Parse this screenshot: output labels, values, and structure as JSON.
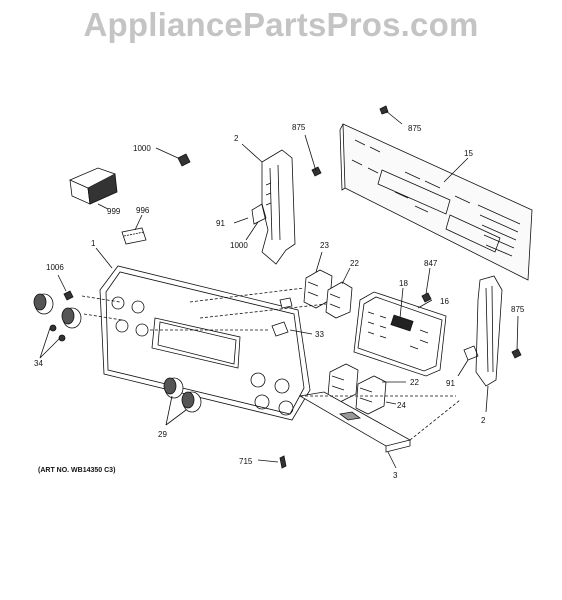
{
  "watermark": "AppliancePartsPros.com",
  "art_note": "(ART NO. WB14350 C3)",
  "callouts": {
    "c1000a": "1000",
    "c2a": "2",
    "c875a": "875",
    "c875b": "875",
    "c15": "15",
    "c999": "999",
    "c996": "996",
    "c91a": "91",
    "c1000b": "1000",
    "c1": "1",
    "c23": "23",
    "c22a": "22",
    "c847": "847",
    "c1006": "1006",
    "c18": "18",
    "c16": "16",
    "c875c": "875",
    "c33": "33",
    "c34": "34",
    "c91b": "91",
    "c22b": "22",
    "c24": "24",
    "c2b": "2",
    "c29": "29",
    "c715": "715",
    "c3": "3"
  }
}
